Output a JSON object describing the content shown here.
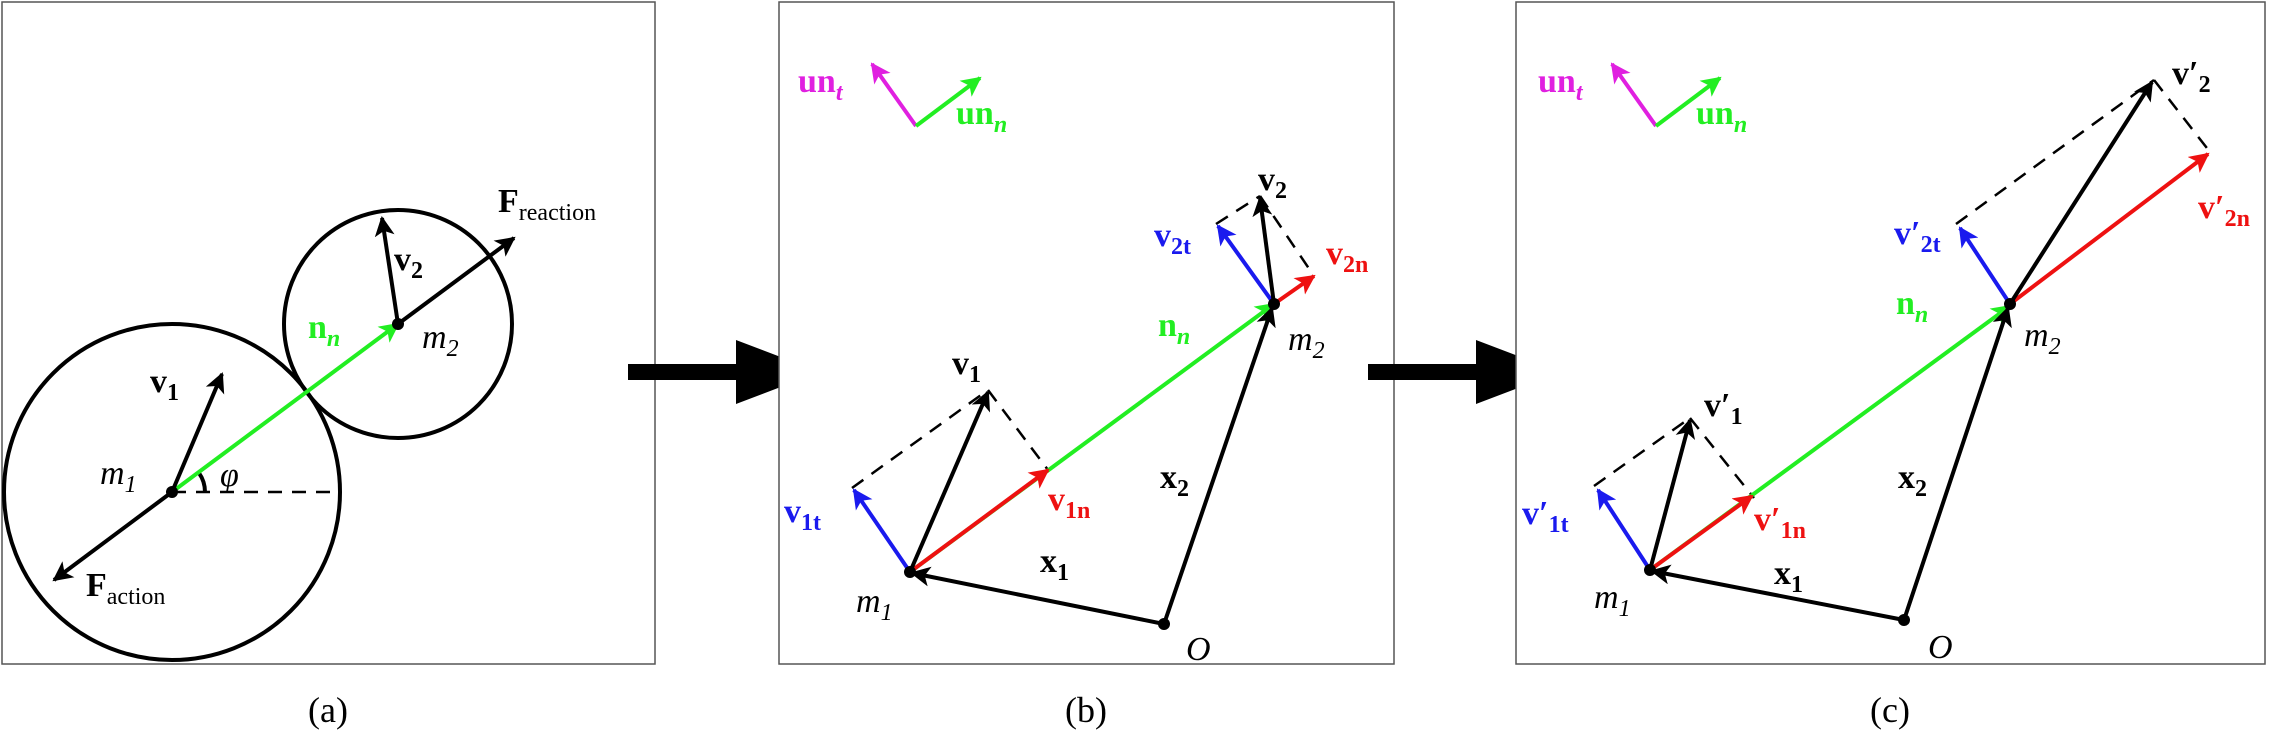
{
  "captions": {
    "a": "(a)",
    "b": "(b)",
    "c": "(c)"
  },
  "panel_a": {
    "v1": {
      "base": "v",
      "sub": "1"
    },
    "v2": {
      "base": "v",
      "sub": "2"
    },
    "nn": {
      "base": "n",
      "sub": "n"
    },
    "m1": {
      "base": "m",
      "sub": "1"
    },
    "m2": {
      "base": "m",
      "sub": "2"
    },
    "phi": "φ",
    "f_reaction": {
      "base": "F",
      "sub": "reaction"
    },
    "f_action": {
      "base": "F",
      "sub": "action"
    }
  },
  "panel_b": {
    "unt": {
      "base": "un",
      "sub": "t"
    },
    "unn": {
      "base": "un",
      "sub": "n"
    },
    "v1": {
      "base": "v",
      "sub": "1"
    },
    "v2": {
      "base": "v",
      "sub": "2"
    },
    "v1t": {
      "base": "v",
      "sub": "1t"
    },
    "v1n": {
      "base": "v",
      "sub": "1n"
    },
    "v2t": {
      "base": "v",
      "sub": "2t"
    },
    "v2n": {
      "base": "v",
      "sub": "2n"
    },
    "nn": {
      "base": "n",
      "sub": "n"
    },
    "m1": {
      "base": "m",
      "sub": "1"
    },
    "m2": {
      "base": "m",
      "sub": "2"
    },
    "x1": {
      "base": "x",
      "sub": "1"
    },
    "x2": {
      "base": "x",
      "sub": "2"
    },
    "origin": "O"
  },
  "panel_c": {
    "unt": {
      "base": "un",
      "sub": "t"
    },
    "unn": {
      "base": "un",
      "sub": "n"
    },
    "v1p": {
      "base": "v′",
      "sub": "1"
    },
    "v2p": {
      "base": "v′",
      "sub": "2"
    },
    "v1tp": {
      "base": "v′",
      "sub": "1t"
    },
    "v1np": {
      "base": "v′",
      "sub": "1n"
    },
    "v2tp": {
      "base": "v′",
      "sub": "2t"
    },
    "v2np": {
      "base": "v′",
      "sub": "2n"
    },
    "nn": {
      "base": "n",
      "sub": "n"
    },
    "m1": {
      "base": "m",
      "sub": "1"
    },
    "m2": {
      "base": "m",
      "sub": "2"
    },
    "x1": {
      "base": "x",
      "sub": "1"
    },
    "x2": {
      "base": "x",
      "sub": "2"
    },
    "origin": "O"
  },
  "colors": {
    "normal": "#22ee22",
    "normal_component": "#ee1111",
    "tangential_component": "#1a1aee",
    "tangential_unit": "#e020e0",
    "default": "#000000"
  }
}
